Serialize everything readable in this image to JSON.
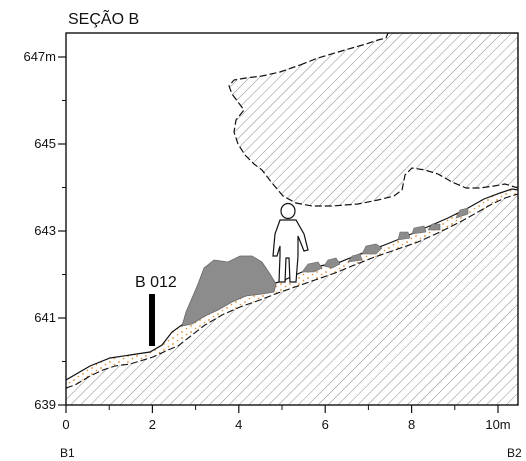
{
  "title": "SEÇÃO B",
  "y_axis": {
    "unit": "m",
    "ticks": [
      {
        "value": 639,
        "label": "639"
      },
      {
        "value": 641,
        "label": "641"
      },
      {
        "value": 643,
        "label": "643"
      },
      {
        "value": 645,
        "label": "645"
      },
      {
        "value": 647,
        "label": "647m"
      }
    ],
    "minor_ticks": [
      640,
      642,
      644,
      646
    ]
  },
  "x_axis": {
    "ticks": [
      {
        "value": 0,
        "label": "0"
      },
      {
        "value": 2,
        "label": "2"
      },
      {
        "value": 4,
        "label": "4"
      },
      {
        "value": 6,
        "label": "6"
      },
      {
        "value": 8,
        "label": "8"
      },
      {
        "value": 10,
        "label": "10m"
      }
    ],
    "minor_ticks": [
      1,
      3,
      5,
      7,
      9
    ],
    "start_label": "B1",
    "end_label": "B2"
  },
  "sample": {
    "label": "B 012"
  },
  "colors": {
    "frame": "#111111",
    "hatch": "#8a8a8a",
    "gray_fill": "#8c8c8c",
    "sediment_dots": "#e08a2e"
  }
}
